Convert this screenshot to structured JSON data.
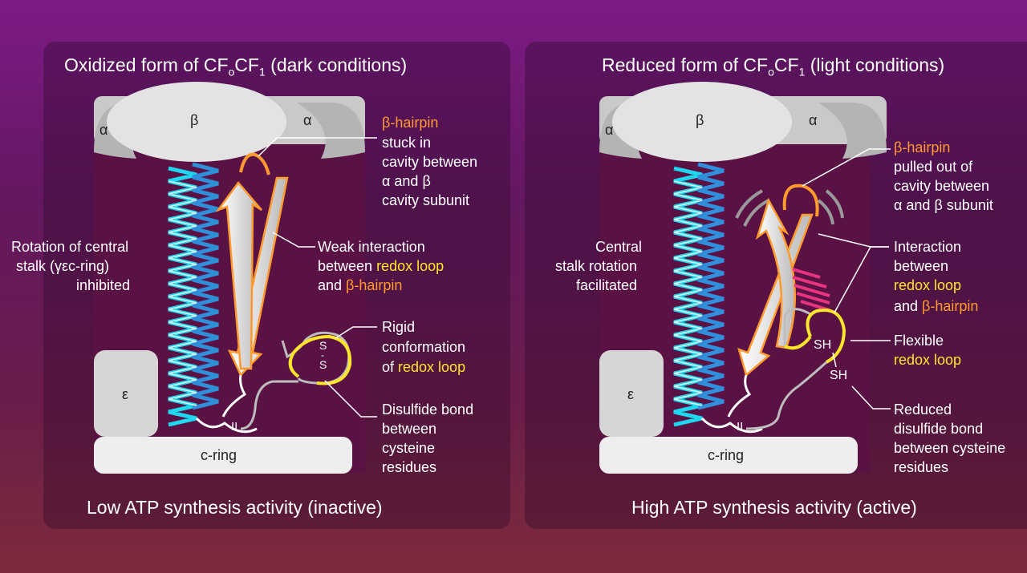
{
  "left": {
    "title_pre": "Oxidized form of CF",
    "title_sub1": "o",
    "title_mid": "CF",
    "title_sub2": "1",
    "title_post": " (dark conditions)",
    "footer": "Low ATP synthesis activity (inactive)",
    "subunits": {
      "alpha_left": "α",
      "beta": "β",
      "alpha_right": "α",
      "epsilon": "ε",
      "cring": "c-ring"
    },
    "bond_marks": {
      "s1": "S",
      "s2": "S",
      "dash": "-",
      "ii": "II"
    },
    "labels": {
      "hairpin_1": "β-hairpin",
      "hairpin_2": "stuck in",
      "hairpin_3": "cavity between",
      "hairpin_4": "α and β",
      "hairpin_5": "cavity subunit",
      "rotation_1": "Rotation of central",
      "rotation_2": "stalk (γεc-ring)",
      "rotation_3": "inhibited",
      "weak_1": "Weak interaction",
      "weak_2a": "between ",
      "weak_2b": "redox loop",
      "weak_3a": "and ",
      "weak_3b": "β-hairpin",
      "rigid_1": "Rigid",
      "rigid_2": "conformation",
      "rigid_3a": "of ",
      "rigid_3b": "redox loop",
      "disulfide_1": "Disulfide bond",
      "disulfide_2": "between",
      "disulfide_3": "cysteine",
      "disulfide_4": "residues"
    }
  },
  "right": {
    "title_pre": "Reduced form of CF",
    "title_sub1": "o",
    "title_mid": "CF",
    "title_sub2": "1",
    "title_post": " (light conditions)",
    "footer": "High ATP synthesis activity (active)",
    "subunits": {
      "alpha_left": "α",
      "beta": "β",
      "alpha_right": "α",
      "epsilon": "ε",
      "cring": "c-ring"
    },
    "bond_marks": {
      "sh1": "SH",
      "sh2": "SH",
      "ii": "II"
    },
    "labels": {
      "hairpin_1": "β-hairpin",
      "hairpin_2": "pulled out of",
      "hairpin_3": "cavity between",
      "hairpin_4": "α and β subunit",
      "stalk_1": "Central",
      "stalk_2": "stalk rotation",
      "stalk_3": "facilitated",
      "inter_1": "Interaction",
      "inter_2": "between",
      "inter_3": "redox loop",
      "inter_4a": "and ",
      "inter_4b": "β-hairpin",
      "flex_1": "Flexible",
      "flex_2": "redox loop",
      "reduced_1": "Reduced",
      "reduced_2": "disulfide bond",
      "reduced_3": "between cysteine",
      "reduced_4": "residues"
    }
  },
  "colors": {
    "helix_cyan": "#1fd8f0",
    "helix_blue": "#2f8fd8",
    "hairpin_orange": "#ff9a2e",
    "redox_yellow": "#ffe62b",
    "interaction_pink": "#e8337f"
  }
}
